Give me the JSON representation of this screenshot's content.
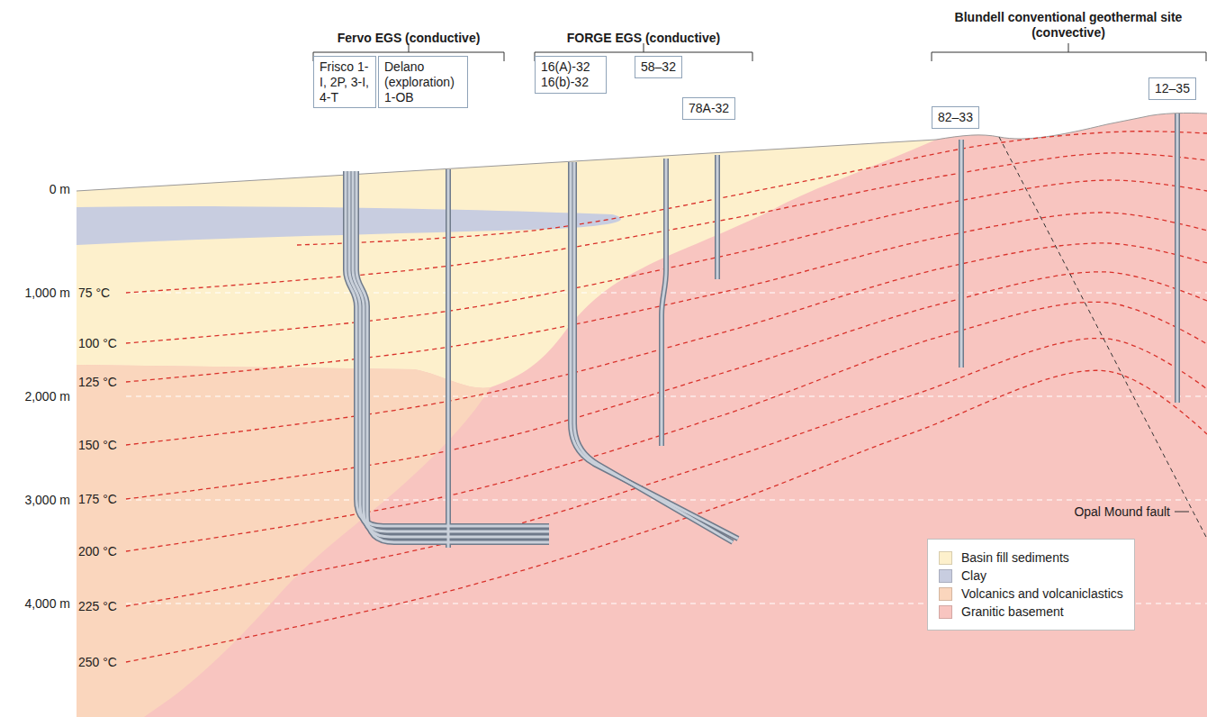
{
  "diagram": {
    "nodes": [
      {
        "text": [
          "Frisco 1-I, 2P, 3-I, 4-T"
        ]
      },
      {
        "text": [
          "Delano (exploration) 1-OB"
        ]
      },
      {
        "text": [
          "16(A)-32 16(b)-32"
        ]
      },
      {
        "text": [
          "58–32"
        ]
      },
      {
        "text": [
          "78A-32"
        ]
      },
      {
        "text": [
          "82–33"
        ]
      },
      {
        "text": [
          "12–35"
        ]
      }
    ],
    "labels": [
      "Fervo EGS (conductive)",
      "FORGE EGS (conductive)",
      "Blundell conventional geothermal site (convective)",
      "0 m",
      "1,000 m",
      "2,000 m",
      "3,000 m",
      "4,000 m",
      "75 °C",
      "100 °C",
      "125 °C",
      "150 °C",
      "175 °C",
      "200 °C",
      "225 °C",
      "250 °C",
      "Opal Mound fault"
    ],
    "legend": [
      {
        "text": "Basin fill sediments",
        "color": "#fdf0cc"
      },
      {
        "text": "Clay",
        "color": "#c8cde0"
      },
      {
        "text": "Volcanics and volcaniclastics",
        "color": "#fad6bd"
      },
      {
        "text": "Granitic basement",
        "color": "#f8c5c0"
      }
    ]
  }
}
